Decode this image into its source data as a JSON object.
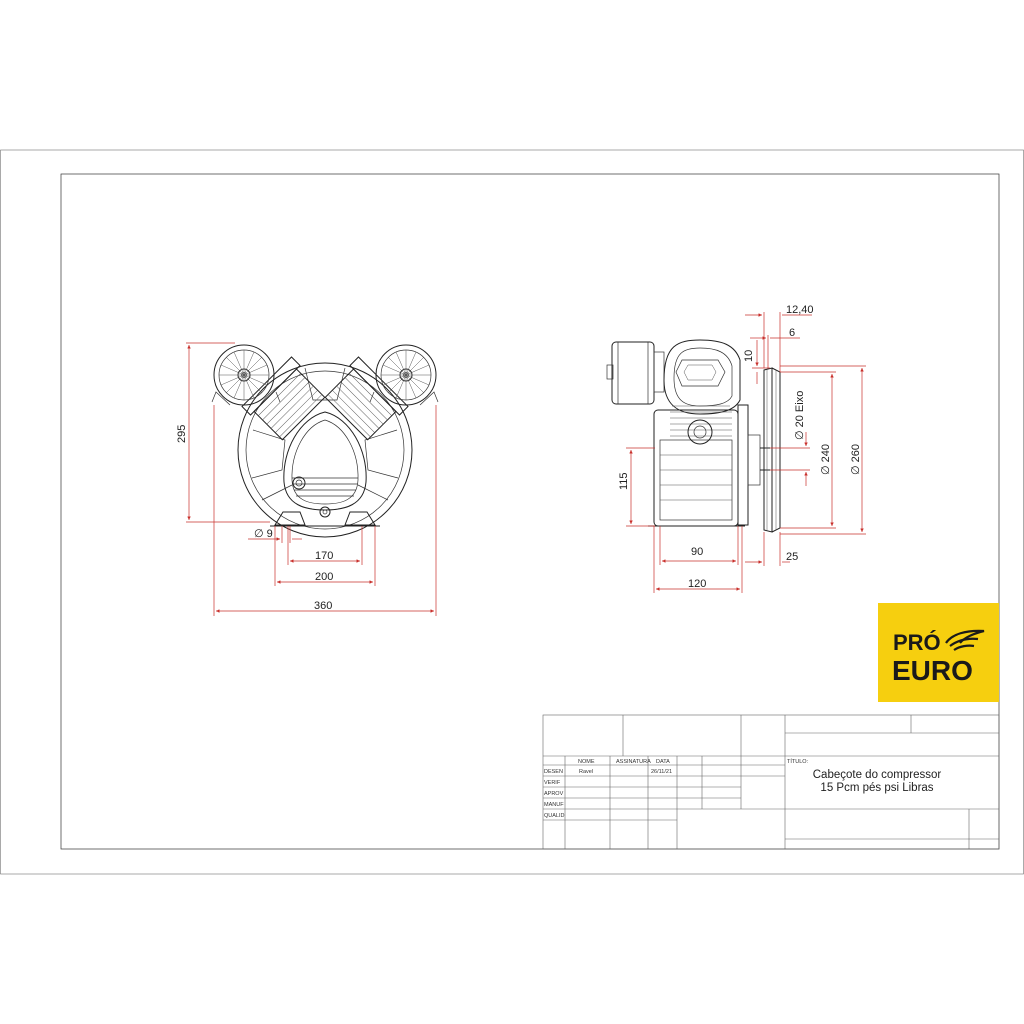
{
  "dimensions": {
    "front": {
      "height_295": "295",
      "hole_9": "∅ 9",
      "width_170": "170",
      "width_200": "200",
      "width_360": "360"
    },
    "side": {
      "offset_12_40": "12,40",
      "offset_6": "6",
      "offset_10": "10",
      "shaft_20": "∅ 20 Eixo",
      "pulley_240": "∅ 240",
      "pulley_260": "∅ 260",
      "height_115": "115",
      "width_90": "90",
      "width_120": "120",
      "width_25": "25"
    }
  },
  "logo": {
    "line1": "PRÓ",
    "line2": "EURO",
    "bg_color": "#f6cf0f"
  },
  "title_block": {
    "col_nome": "NOME",
    "col_assinatura": "ASSINATURA",
    "col_data": "DATA",
    "row_desen": "DESEN",
    "row_verif": "VERIF",
    "row_aprov": "APROV",
    "row_manuf": "MANUF",
    "row_qualid": "QUALID",
    "desen_nome": "Ravel",
    "desen_data": "26/11/21",
    "titulo_label": "TÍTULO:",
    "titulo_line1": "Cabeçote do compressor",
    "titulo_line2": "15 Pcm pés psi Libras"
  },
  "colors": {
    "dimension": "#c9302c",
    "outline": "#222222"
  }
}
